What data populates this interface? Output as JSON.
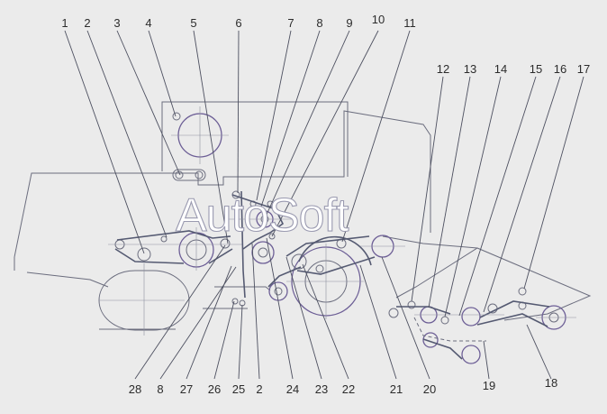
{
  "watermark": "AutoSoft",
  "callouts_top": [
    "1",
    "2",
    "3",
    "4",
    "5",
    "6",
    "7",
    "8",
    "9",
    "10",
    "11",
    "12",
    "13",
    "14",
    "15",
    "16",
    "17"
  ],
  "callouts_bottom": [
    "28",
    "8",
    "27",
    "26",
    "25",
    "2",
    "24",
    "23",
    "22",
    "21",
    "20",
    "19",
    "18"
  ]
}
